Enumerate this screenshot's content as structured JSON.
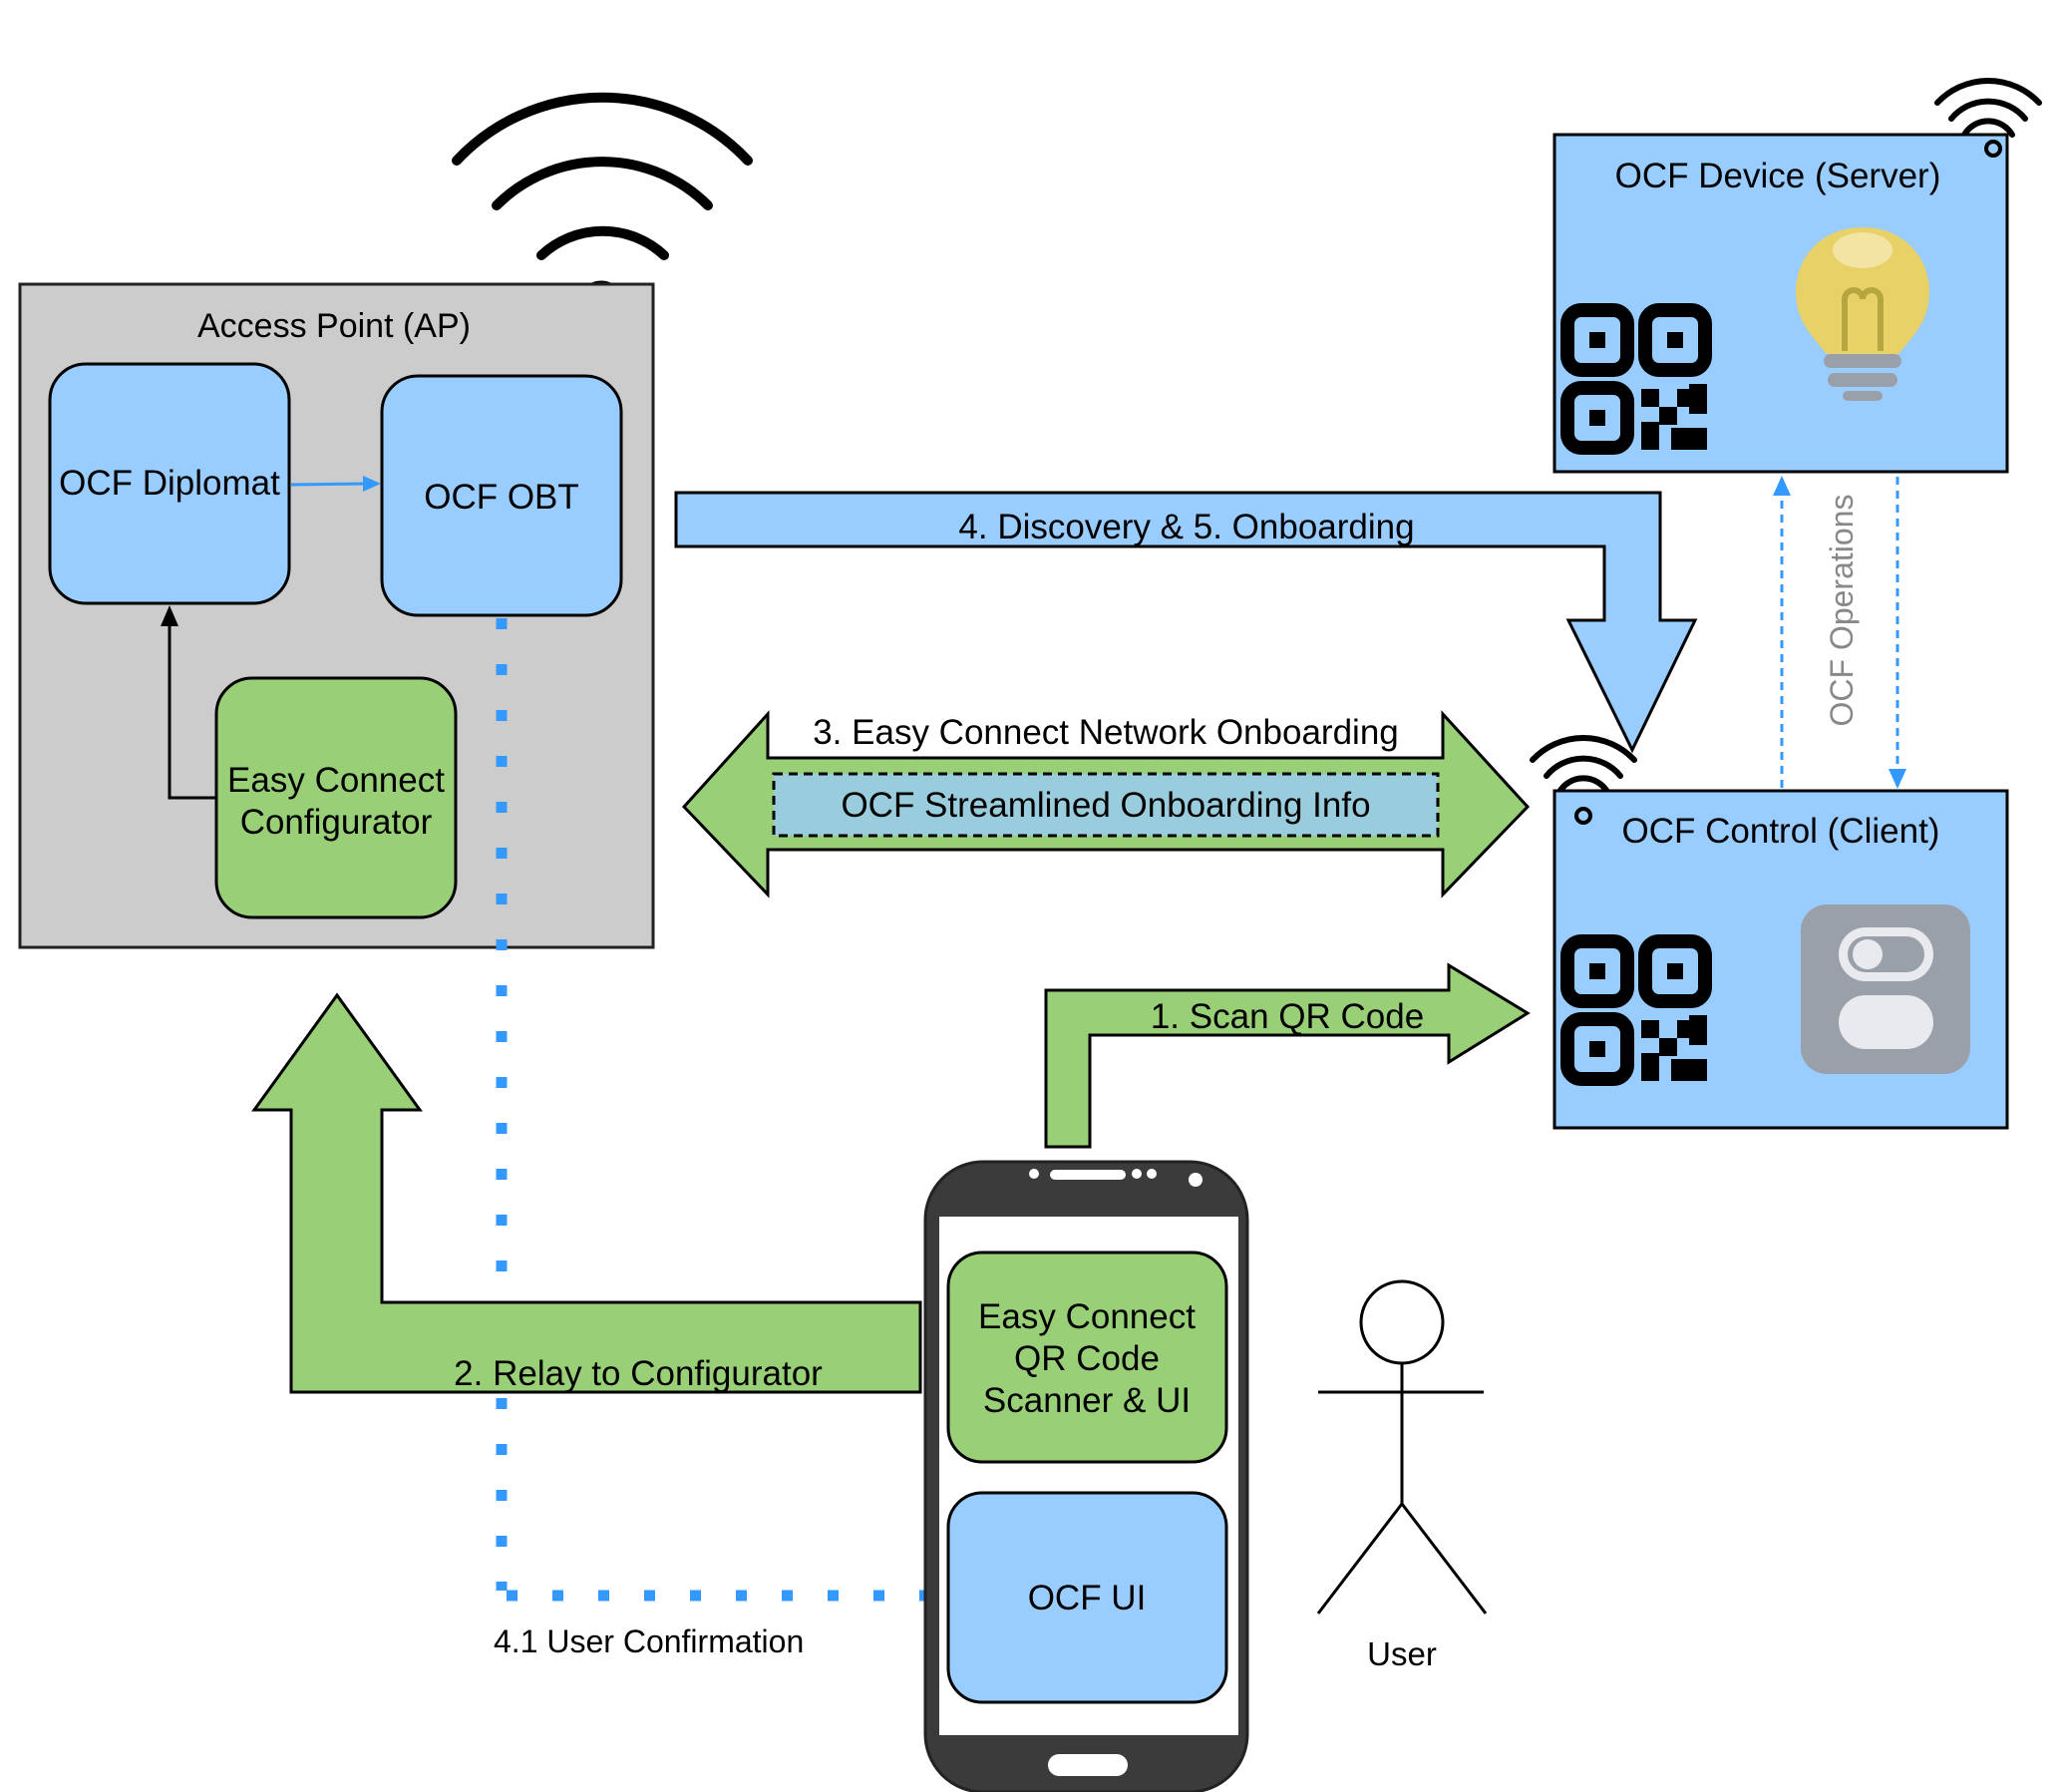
{
  "access_point": {
    "title": "Access Point (AP)"
  },
  "blocks": {
    "diplomat": "OCF Diplomat",
    "obt": "OCF OBT",
    "configurator": [
      "Easy Connect",
      "Configurator"
    ],
    "scanner": [
      "Easy Connect",
      "QR Code",
      "Scanner & UI"
    ],
    "ocf_ui": "OCF UI"
  },
  "device_server": {
    "title": "OCF Device (Server)",
    "icons": [
      "qr-code-icon",
      "lightbulb-icon"
    ]
  },
  "control_client": {
    "title": "OCF Control (Client)",
    "icons": [
      "qr-code-icon",
      "toggle-switch-icon"
    ]
  },
  "arrows": {
    "scan": "1. Scan QR Code",
    "relay": "2. Relay to Configurator",
    "easy_connect": "3. Easy Connect Network Onboarding",
    "streamlined": "OCF Streamlined Onboarding Info",
    "discovery": "4. Discovery & 5. Onboarding",
    "confirmation": "4.1 User Confirmation",
    "ocf_operations": "OCF Operations"
  },
  "user": {
    "label": "User"
  },
  "colors": {
    "blue_fill": "#99CCFF",
    "green_fill": "#99CF77",
    "gray_fill": "#CCCCCC",
    "dotted_blue": "#3399FF",
    "phone_body": "#3B3B3B",
    "bulb_yellow": "#E8D166",
    "toggle_gray": "#9AA0AA"
  }
}
